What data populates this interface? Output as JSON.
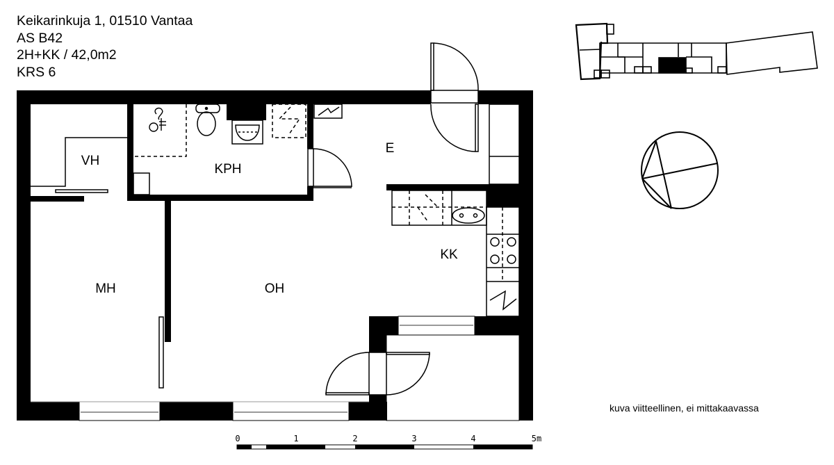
{
  "header": {
    "address": "Keikarinkuja 1, 01510 Vantaa",
    "apartment": "AS B42",
    "layout_area": "2H+KK / 42,0m2",
    "floor": "KRS 6"
  },
  "rooms": {
    "vh": "VH",
    "kph": "KPH",
    "e": "E",
    "kk": "KK",
    "mh": "MH",
    "oh": "OH"
  },
  "scale_bar": {
    "ticks": [
      "0",
      "1",
      "2",
      "3",
      "4",
      "5m"
    ]
  },
  "disclaimer": "kuva viitteellinen, ei mittakaavassa",
  "icons": {
    "key_plan": "building-key-plan-icon",
    "compass": "north-compass-icon"
  },
  "colors": {
    "wall": "#000000",
    "background": "#ffffff",
    "highlight_unit": "#000000"
  }
}
